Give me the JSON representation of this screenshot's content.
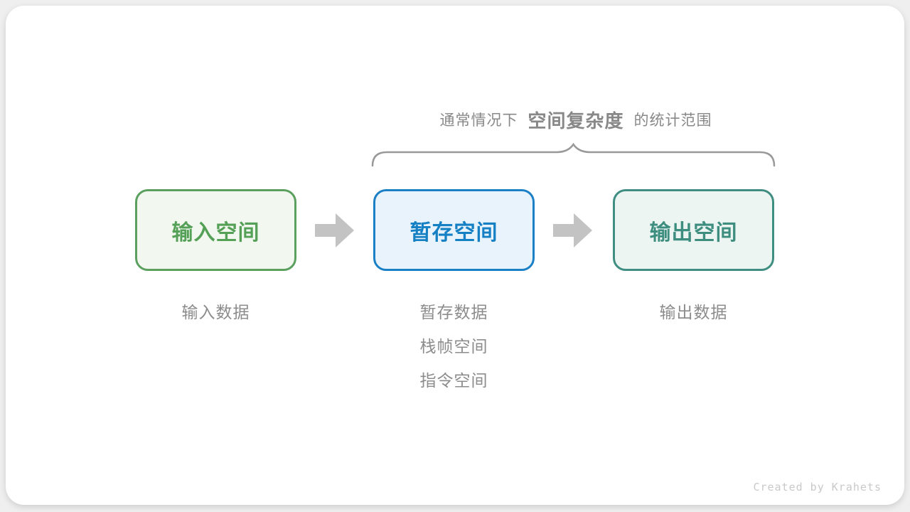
{
  "caption": {
    "prefix": "通常情况下",
    "highlight": "空间复杂度",
    "suffix": "的统计范围"
  },
  "boxes": [
    {
      "label": "输入空间",
      "border": "#5ba05e",
      "bg": "#f2f8f0",
      "text_color": "#55a057"
    },
    {
      "label": "暂存空间",
      "border": "#1b80c5",
      "bg": "#e9f3fc",
      "text_color": "#1680c4"
    },
    {
      "label": "输出空间",
      "border": "#3f8e81",
      "bg": "#ecf5f2",
      "text_color": "#3e8e80"
    }
  ],
  "notes": {
    "input": {
      "lines": [
        "输入数据"
      ]
    },
    "temporary": {
      "lines": [
        "暂存数据",
        "栈帧空间",
        "指令空间"
      ]
    },
    "output": {
      "lines": [
        "输出数据"
      ]
    }
  },
  "credit": "Created by Krahets",
  "colors": {
    "arrow": "#c3c3c3",
    "brace": "#999999",
    "caption_text": "#888888",
    "note_text": "#8c8c8c",
    "credit_text": "#c9c9c9",
    "page_background": "#efefef",
    "card_background": "#ffffff"
  }
}
